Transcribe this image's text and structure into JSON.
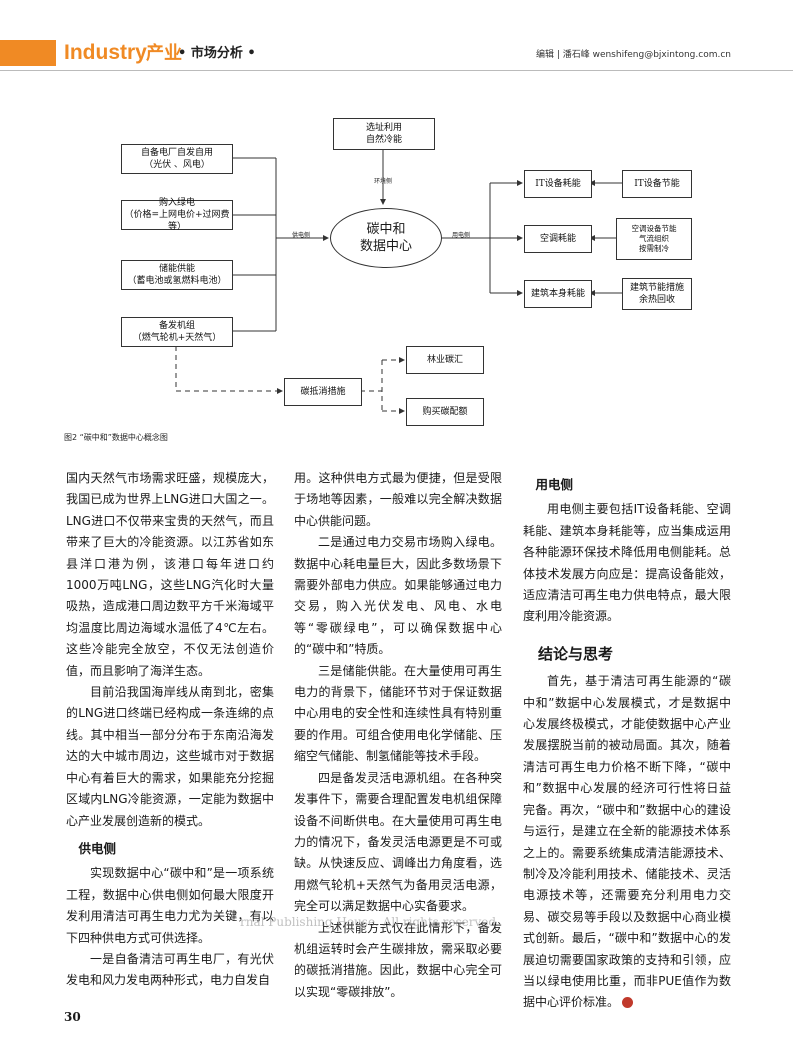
{
  "header": {
    "industry": "Industry",
    "cn_title": "产业",
    "section": "• 市场分析 •",
    "editor": "编辑 | 潘石峰 wenshifeng@bjxintong.com.cn"
  },
  "figure": {
    "site": [
      "选址利用",
      "自然冷能"
    ],
    "center": [
      "碳中和",
      "数据中心"
    ],
    "env_side": "环境侧",
    "supply_side": "供电侧",
    "use_side": "用电侧",
    "supply_boxes": [
      [
        "自备电厂自发自用",
        "（光伏 、风电）"
      ],
      [
        "购入绿电",
        "（价格=上网电价+过网费等）"
      ],
      [
        "储能供能",
        "（蓄电池或氢燃料电池）"
      ],
      [
        "备发机组",
        "（燃气轮机+天然气）"
      ]
    ],
    "use_boxes": [
      "IT设备耗能",
      "空调耗能",
      "建筑本身耗能"
    ],
    "right_boxes": [
      [
        "IT设备节能"
      ],
      [
        "空调设备节能",
        "气流组织",
        "按需制冷"
      ],
      [
        "建筑节能措施",
        "余热回收"
      ]
    ],
    "offset": "碳抵消措施",
    "offset_items": [
      "林业碳汇",
      "购买碳配额"
    ],
    "caption": "图2 “碳中和”数据中心概念图"
  },
  "col1": {
    "p1": "国内天然气市场需求旺盛，规模庞大，我国已成为世界上LNG进口大国之一。LNG进口不仅带来宝贵的天然气，而且带来了巨大的冷能资源。以江苏省如东县洋口港为例，该港口每年进口约1000万吨LNG，这些LNG汽化时大量吸热，造成港口周边数平方千米海域平均温度比周边海域水温低了4℃左右。这些冷能完全放空，不仅无法创造价值，而且影响了海洋生态。",
    "p2": "目前沿我国海岸线从南到北，密集的LNG进口终端已经构成一条连绵的点线。其中相当一部分分布于东南沿海发达的大中城市周边，这些城市对于数据中心有着巨大的需求，如果能充分挖掘区域内LNG冷能资源，一定能为数据中心产业发展创造新的模式。",
    "h": "供电侧",
    "p3": "实现数据中心“碳中和”是一项系统工程，数据中心供电侧如何最大限度开发利用清洁可再生电力尤为关键，有以下四种供电方式可供选择。",
    "p4": "一是自备清洁可再生电厂，有光伏发电和风力发电两种形式，电力自发自"
  },
  "col2": {
    "p1": "用。这种供电方式最为便捷，但是受限于场地等因素，一般难以完全解决数据中心供能问题。",
    "p2": "二是通过电力交易市场购入绿电。数据中心耗电量巨大，因此多数场景下需要外部电力供应。如果能够通过电力交易，购入光伏发电、风电、水电等“零碳绿电”，可以确保数据中心的“碳中和”特质。",
    "p3": "三是储能供能。在大量使用可再生电力的背景下，储能环节对于保证数据中心用电的安全性和连续性具有特别重要的作用。可组合使用电化学储能、压缩空气储能、制氢储能等技术手段。",
    "p4": "四是备发灵活电源机组。在各种突发事件下，需要合理配置发电机组保障设备不间断供电。在大量使用可再生电力的情况下，备发灵活电源更是不可或缺。从快速反应、调峰出力角度看，选用燃气轮机+天然气为备用灵活电源，完全可以满足数据中心实备要求。",
    "p5": "上述供能方式仅在此情形下，备发机组运转时会产生碳排放，需采取必要的碳抵消措施。因此，数据中心完全可以实现“零碳排放”。"
  },
  "col3": {
    "h1": "用电侧",
    "p1": "用电侧主要包括IT设备耗能、空调耗能、建筑本身耗能等，应当集成运用各种能源环保技术降低用电侧能耗。总体技术发展方向应是：提高设备能效，适应清洁可再生电力供电特点，最大限度利用冷能资源。",
    "h2": "结论与思考",
    "p2": "首先，基于清洁可再生能源的“碳中和”数据中心发展模式，才是数据中心发展终极模式，才能使数据中心产业发展摆脱当前的被动局面。其次，随着清洁可再生电力价格不断下降，“碳中和”数据中心发展的经济可行性将日益完备。再次，“碳中和”数据中心的建设与运行，是建立在全新的能源技术体系之上的。需要系统集成清洁能源技术、制冷及冷能利用技术、储能技术、灵活电源技术等，还需要充分利用电力交易、碳交易等手段以及数据中心商业模式创新。最后，“碳中和”数据中心的发展迫切需要国家政策的支持和引领，应当以绿电使用比重，而非PUE值作为数据中心评价标准。"
  },
  "watermark": "rnal  Publishing House. All rights reserved.",
  "page_number": "30"
}
